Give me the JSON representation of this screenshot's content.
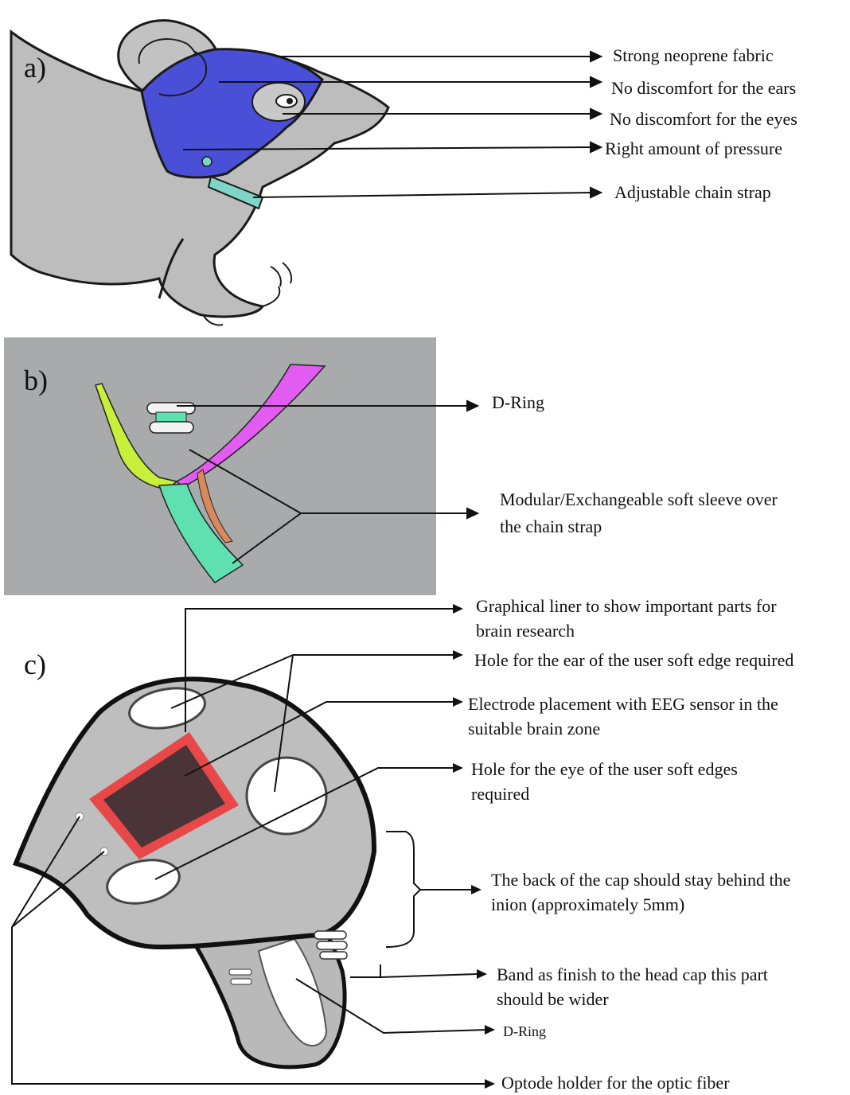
{
  "panels": {
    "a": {
      "label": "a)",
      "annotations": [
        "Strong neoprene fabric",
        "No discomfort for the ears",
        "No discomfort for the eyes",
        "Right amount of pressure",
        "Adjustable chain strap"
      ]
    },
    "b": {
      "label": "b)",
      "annotations": [
        "D-Ring",
        "Modular/Exchangeable soft sleeve over",
        "the chain strap"
      ]
    },
    "c": {
      "label": "c)",
      "annotations": [
        "Graphical liner to show important parts for",
        "brain research",
        "Hole for the ear of the user soft edge required",
        "Electrode placement with EEG sensor in the",
        "suitable brain zone",
        "Hole for the eye of the user soft edges",
        "required",
        "The back of the cap should stay behind the",
        "inion (approximately 5mm)",
        "Band as finish to the head cap this part",
        "should be wider",
        "D-Ring",
        "Optode holder for the optic fiber"
      ]
    }
  },
  "colors": {
    "cap_blue": "#4a4fd8",
    "chain_strap": "#7fd6c8",
    "rat_gray": "#b9b9b9",
    "photo_gray": "#a9aaab",
    "sleeve_green": "#5fe0b0",
    "sleeve_yellow": "#c8ef3a",
    "sleeve_magenta": "#e25cf2",
    "sleeve_orange": "#d98a5c",
    "electrode_red": "#e84848",
    "electrode_dark": "#4a3438"
  }
}
